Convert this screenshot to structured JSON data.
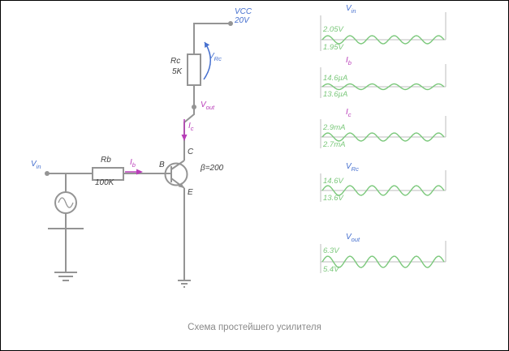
{
  "caption": "Схема простейшего усилителя",
  "colors": {
    "wire": "#949494",
    "axis": "#bcbcbc",
    "green": "#7bc87b",
    "blue": "#4670cf",
    "magenta": "#b93db9",
    "dark": "#3f3f3f",
    "caption": "#8a8a8a",
    "resistor_fill": "#ffffff"
  },
  "circuit": {
    "supply": {
      "name": "VCC",
      "value": "20V"
    },
    "rc": {
      "name": "Rc",
      "value": "5K"
    },
    "rb": {
      "name": "Rb",
      "value": "100K"
    },
    "vrc": {
      "main": "V",
      "sub": "Rc"
    },
    "vout": {
      "main": "V",
      "sub": "out"
    },
    "vin": {
      "main": "V",
      "sub": "in"
    },
    "ic": {
      "main": "I",
      "sub": "c"
    },
    "ib": {
      "main": "I",
      "sub": "b"
    },
    "beta": "β=200",
    "terminals": {
      "base": "B",
      "collector": "C",
      "emitter": "E"
    }
  },
  "scopes": [
    {
      "name_main": "V",
      "name_sub": "in",
      "color": "blue",
      "max": "2.05V",
      "min": "1.95V",
      "waveform": "sine",
      "cycles": 5.5
    },
    {
      "name_main": "I",
      "name_sub": "b",
      "color": "magenta",
      "max": "14.6µA",
      "min": "13.6µA",
      "waveform": "sine",
      "cycles": 5.5
    },
    {
      "name_main": "I",
      "name_sub": "c",
      "color": "magenta",
      "max": "2.9mA",
      "min": "2.7mA",
      "waveform": "sine",
      "cycles": 5.5
    },
    {
      "name_main": "V",
      "name_sub": "Rc",
      "color": "blue",
      "max": "14.6V",
      "min": "13.6V",
      "waveform": "sine",
      "cycles": 5.5
    },
    {
      "name_main": "V",
      "name_sub": "out",
      "color": "blue",
      "max": "6.3V",
      "min": "5.4V",
      "waveform": "sine",
      "cycles": 5.5
    }
  ]
}
